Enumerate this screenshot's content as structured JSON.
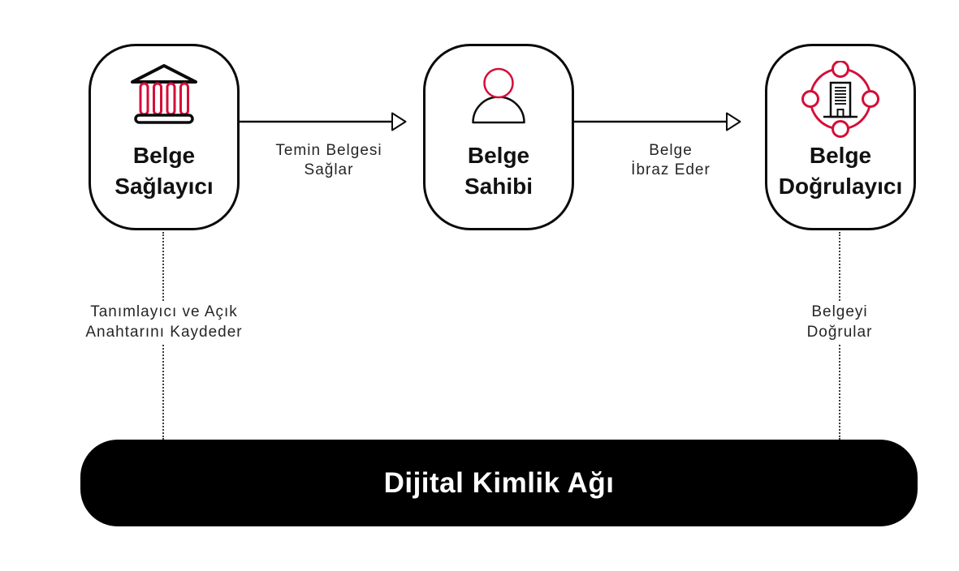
{
  "diagram": {
    "nodes": [
      {
        "id": "belge-saglayici",
        "label_line1": "Belge",
        "label_line2": "Sağlayıcı",
        "icon": "bank-icon"
      },
      {
        "id": "belge-sahibi",
        "label_line1": "Belge",
        "label_line2": "Sahibi",
        "icon": "person-icon"
      },
      {
        "id": "belge-dogrulayici",
        "label_line1": "Belge",
        "label_line2": "Doğrulayıcı",
        "icon": "network-building-icon"
      }
    ],
    "arrows": [
      {
        "label_line1": "Temin Belgesi",
        "label_line2": "Sağlar"
      },
      {
        "label_line1": "Belge",
        "label_line2": "İbraz Eder"
      }
    ],
    "annotations": [
      {
        "line1": "Tanımlayıcı ve Açık",
        "line2": "Anahtarını Kaydeder"
      },
      {
        "line1": "Belgeyi",
        "line2": "Doğrular"
      }
    ],
    "network_bar": {
      "label": "Dijital Kimlik Ağı"
    },
    "colors": {
      "accent_red": "#d40e38",
      "ink": "#0a0a0a",
      "bar_background": "#000000",
      "bar_text": "#ffffff"
    }
  }
}
